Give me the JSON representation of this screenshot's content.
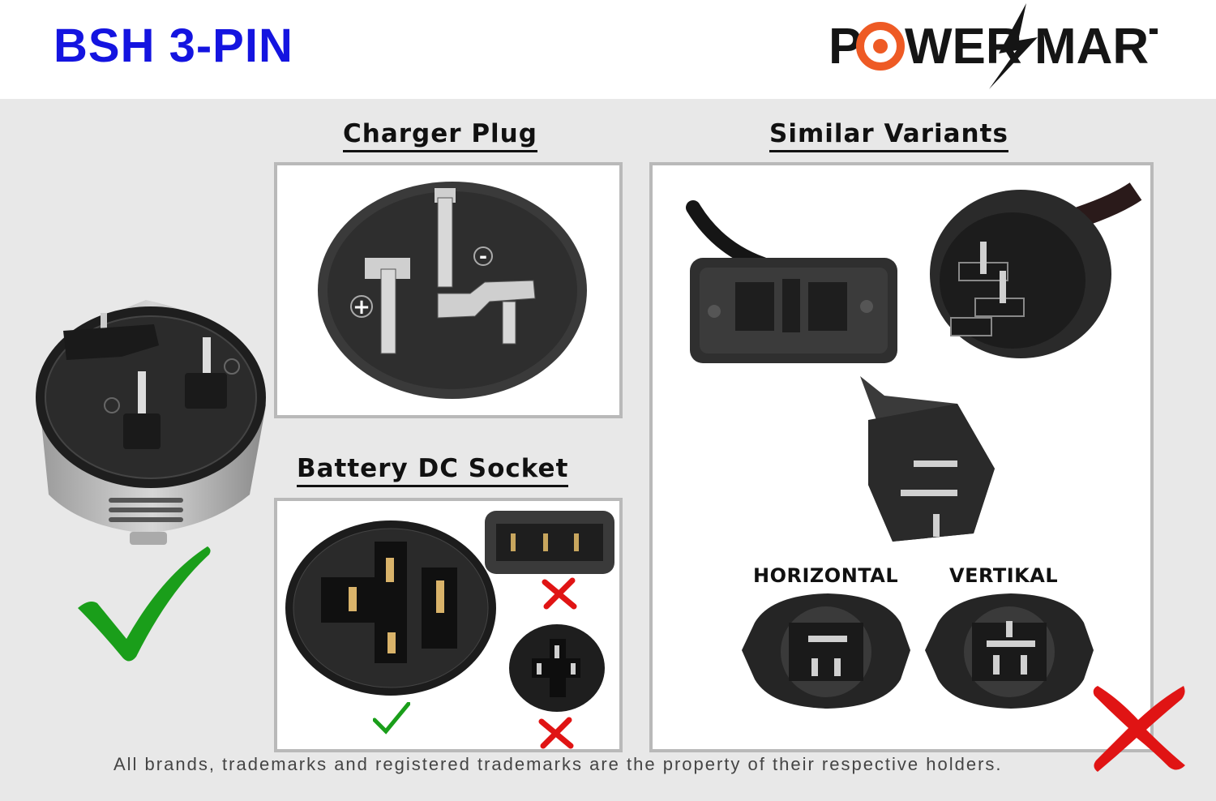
{
  "header": {
    "title": "BSH 3-PIN",
    "logo": {
      "text_left": "P",
      "text_mid": "WER",
      "text_right": "MART",
      "ring_color": "#ee5a24",
      "text_color": "#151515"
    }
  },
  "sections": {
    "charger_plug": {
      "heading": "Charger Plug",
      "plus_label": "+",
      "minus_label": "-"
    },
    "battery_socket": {
      "heading": "Battery DC Socket"
    },
    "variants": {
      "heading": "Similar Variants",
      "horizontal_label": "HORIZONTAL",
      "vertical_label": "VERTIKAL"
    }
  },
  "footer": {
    "disclaimer": "All brands, trademarks and registered trademarks are the property of their respective holders."
  },
  "colors": {
    "title_blue": "#1414e0",
    "check_green": "#1a9e1a",
    "cross_red": "#e01414",
    "panel_bg": "#e8e8e8",
    "box_border": "#b9b9b9"
  },
  "icons": [
    "lightning-bolt-icon",
    "check-mark-icon",
    "cross-mark-icon"
  ]
}
